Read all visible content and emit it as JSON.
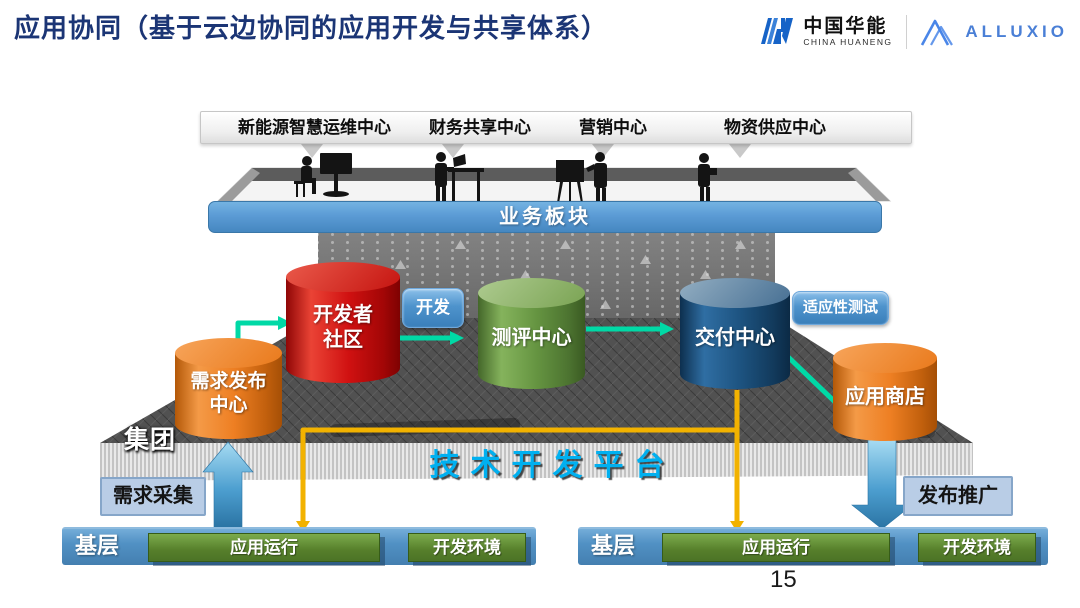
{
  "page": {
    "number": "15"
  },
  "header": {
    "title": "应用协同（基于云边协同的应用开发与共享体系）",
    "logos": {
      "huaneng": {
        "name_cn": "中国华能",
        "name_en": "CHINA HUANENG"
      },
      "alluxio": {
        "label": "ALLUXIO"
      }
    }
  },
  "business_panel": {
    "departments": [
      "新能源智慧运维中心",
      "财务共享中心",
      "营销中心",
      "物资供应中心"
    ],
    "platform_label": "业务板块"
  },
  "labels": {
    "group": "集团",
    "tech_platform": "技术开发平台",
    "demand_collect": "需求采集",
    "publish_promote": "发布推广"
  },
  "badges": {
    "develop": "开发",
    "adaptive_test": "适应性测试"
  },
  "cylinders": [
    {
      "id": "demand-center",
      "lines": [
        "需求发布",
        "中心"
      ],
      "color": "#ed7d31"
    },
    {
      "id": "developer-community",
      "lines": [
        "开发者",
        "社区"
      ],
      "color": "#cf1212"
    },
    {
      "id": "evaluation-center",
      "lines": [
        "测评中心",
        ""
      ],
      "color": "#5f8f3c"
    },
    {
      "id": "delivery-center",
      "lines": [
        "交付中心",
        ""
      ],
      "color": "#1d5380"
    },
    {
      "id": "app-store",
      "lines": [
        "应用商店",
        ""
      ],
      "color": "#ed7d31"
    }
  ],
  "base_sections": [
    {
      "title": "基层",
      "bars": [
        "应用运行",
        "开发环境"
      ]
    },
    {
      "title": "基层",
      "bars": [
        "应用运行",
        "开发环境"
      ]
    }
  ],
  "colors": {
    "accent_teal": "#00d9a6",
    "accent_yellow": "#f2b200",
    "accent_blue": "#4e93cc",
    "title_navy": "#1b3575",
    "tech_cyan": "#00b0f0"
  }
}
